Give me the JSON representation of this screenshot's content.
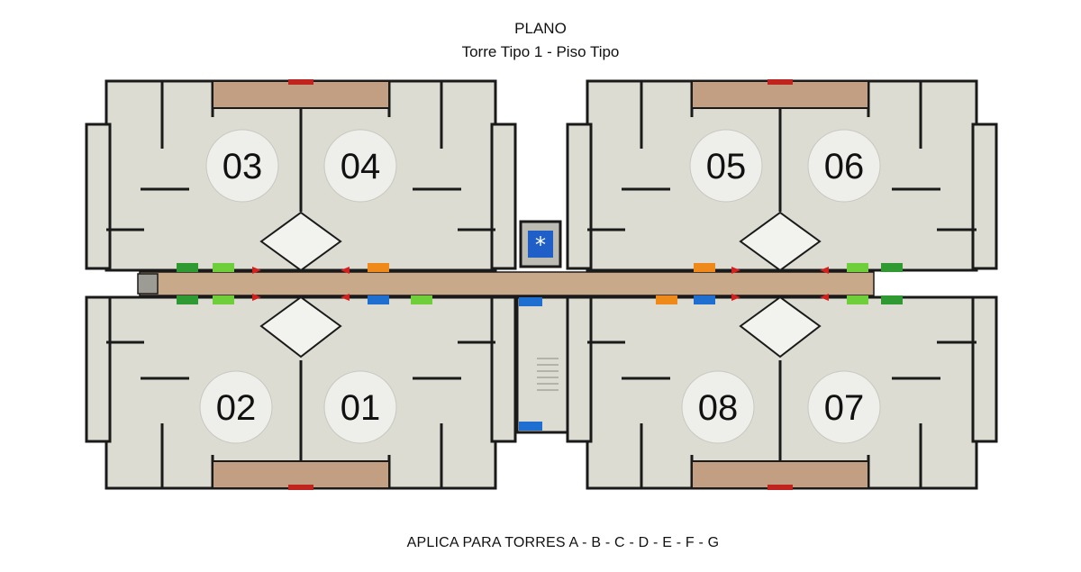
{
  "title": "PLANO",
  "subtitle": "Torre Tipo 1 - Piso Tipo",
  "footer": "APLICA PARA TORRES   A - B - C - D - E - F - G",
  "units": [
    "03",
    "04",
    "05",
    "06",
    "02",
    "01",
    "08",
    "07"
  ],
  "colors": {
    "wall": "#1a1a1a",
    "floor": "#dcdcd3",
    "floor_light": "#e9e9e2",
    "corridor": "#c8a98a",
    "balcony": "#c29f82",
    "red": "#c0241e",
    "green": "#2f9a32",
    "light_green": "#6fcf3a",
    "orange": "#ef8a1a",
    "blue": "#1f6fd0",
    "circle": "#eeeeea",
    "elevator_blue": "#1f5fc7"
  },
  "icons": [
    "emergency-star-icon",
    "elevator-icon",
    "stair-icon"
  ]
}
